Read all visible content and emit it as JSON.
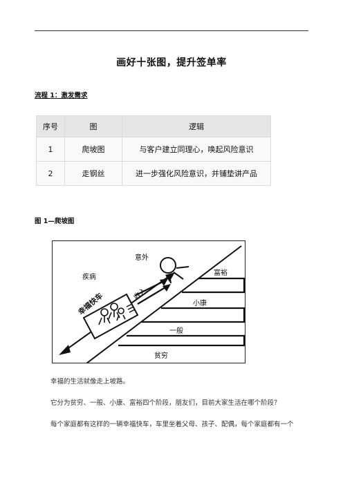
{
  "document": {
    "title": "画好十张图，提升签单率",
    "flow_heading": "流程 1：激发需求",
    "table": {
      "headers": [
        "序号",
        "图",
        "逻辑"
      ],
      "rows": [
        [
          "1",
          "爬坡图",
          "与客户建立同理心，唤起风险意识"
        ],
        [
          "2",
          "走钢丝",
          "进一步强化风险意识，并铺垫讲产品"
        ]
      ]
    },
    "figure_caption": "图 1—爬坡图",
    "figure_labels": {
      "accident": "意外",
      "illness": "疾病",
      "income": "收入",
      "happy_car": "幸福快车",
      "wealthy": "富裕",
      "well_off": "小康",
      "average": "一般",
      "poor": "贫穷"
    },
    "paragraphs": [
      "幸福的生活就像走上坡路。",
      "它分为贫穷、一般、小康、富裕四个阶段，朋友们，目前大家生活在哪个阶段？",
      "每个家庭都有这样的一辆幸福快车，车里坐着父母、孩子、配偶，每个家庭都有一个"
    ]
  }
}
